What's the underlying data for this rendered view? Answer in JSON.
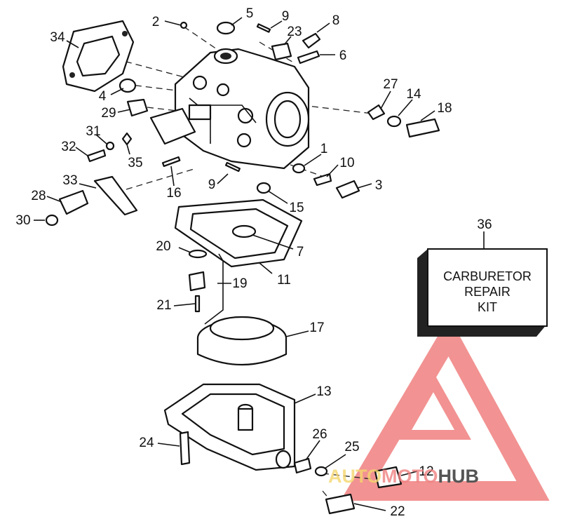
{
  "callouts": [
    {
      "id": "2",
      "label": "2"
    },
    {
      "id": "5",
      "label": "5"
    },
    {
      "id": "9a",
      "label": "9"
    },
    {
      "id": "8",
      "label": "8"
    },
    {
      "id": "23",
      "label": "23"
    },
    {
      "id": "6",
      "label": "6"
    },
    {
      "id": "34",
      "label": "34"
    },
    {
      "id": "4",
      "label": "4"
    },
    {
      "id": "27",
      "label": "27"
    },
    {
      "id": "14",
      "label": "14"
    },
    {
      "id": "18",
      "label": "18"
    },
    {
      "id": "29",
      "label": "29"
    },
    {
      "id": "31",
      "label": "31"
    },
    {
      "id": "32",
      "label": "32"
    },
    {
      "id": "35",
      "label": "35"
    },
    {
      "id": "1",
      "label": "1"
    },
    {
      "id": "10",
      "label": "10"
    },
    {
      "id": "3",
      "label": "3"
    },
    {
      "id": "16",
      "label": "16"
    },
    {
      "id": "9b",
      "label": "9"
    },
    {
      "id": "33",
      "label": "33"
    },
    {
      "id": "28",
      "label": "28"
    },
    {
      "id": "15",
      "label": "15"
    },
    {
      "id": "30",
      "label": "30"
    },
    {
      "id": "7",
      "label": "7"
    },
    {
      "id": "36",
      "label": "36"
    },
    {
      "id": "20",
      "label": "20"
    },
    {
      "id": "19",
      "label": "19"
    },
    {
      "id": "11",
      "label": "11"
    },
    {
      "id": "21",
      "label": "21"
    },
    {
      "id": "17",
      "label": "17"
    },
    {
      "id": "13",
      "label": "13"
    },
    {
      "id": "24",
      "label": "24"
    },
    {
      "id": "26",
      "label": "26"
    },
    {
      "id": "25",
      "label": "25"
    },
    {
      "id": "12",
      "label": "12"
    },
    {
      "id": "22",
      "label": "22"
    }
  ],
  "kit_box": {
    "line1": "CARBURETOR",
    "line2": "REPAIR",
    "line3": "KIT"
  },
  "watermark": {
    "part1": "AUTO",
    "part2": "MOTO",
    "part3": "HUB",
    "logo_color": "#f08080",
    "accent": "#f5d76e",
    "dark": "#555555"
  }
}
